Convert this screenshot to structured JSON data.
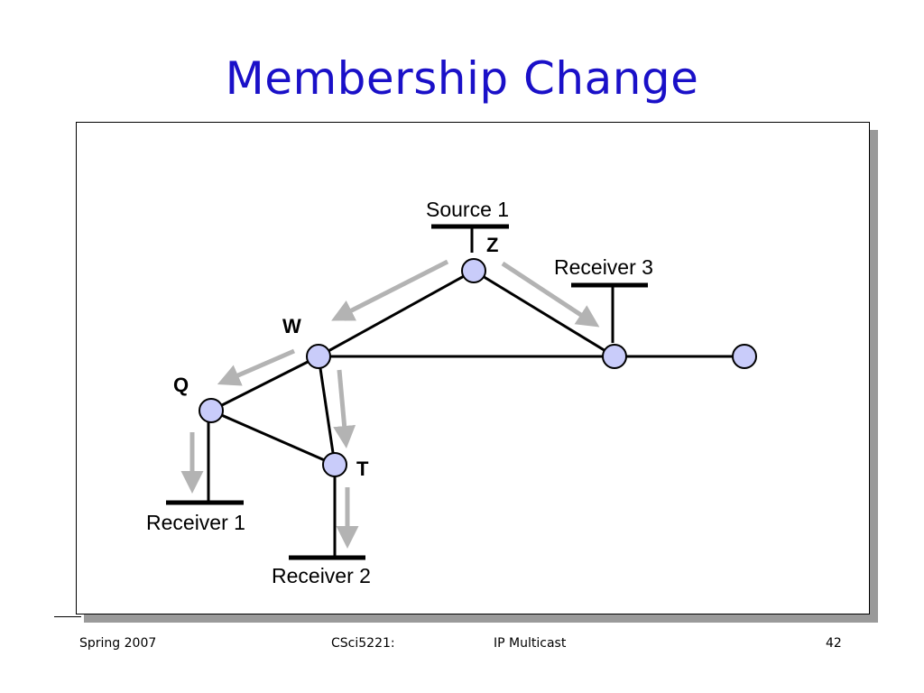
{
  "slide": {
    "title": "Membership Change",
    "footer": {
      "left": "Spring 2007",
      "course": "CSci5221:",
      "topic": "IP Multicast",
      "page": "42"
    }
  },
  "diagram": {
    "colors": {
      "node_fill": "#c9ccfa",
      "node_stroke": "#000000",
      "link": "#000000",
      "arrow": "#b3b3b3"
    },
    "labels": {
      "source1": "Source 1",
      "receiver1": "Receiver 1",
      "receiver2": "Receiver 2",
      "receiver3": "Receiver 3",
      "z": "Z",
      "w": "W",
      "q": "Q",
      "t": "T"
    }
  }
}
